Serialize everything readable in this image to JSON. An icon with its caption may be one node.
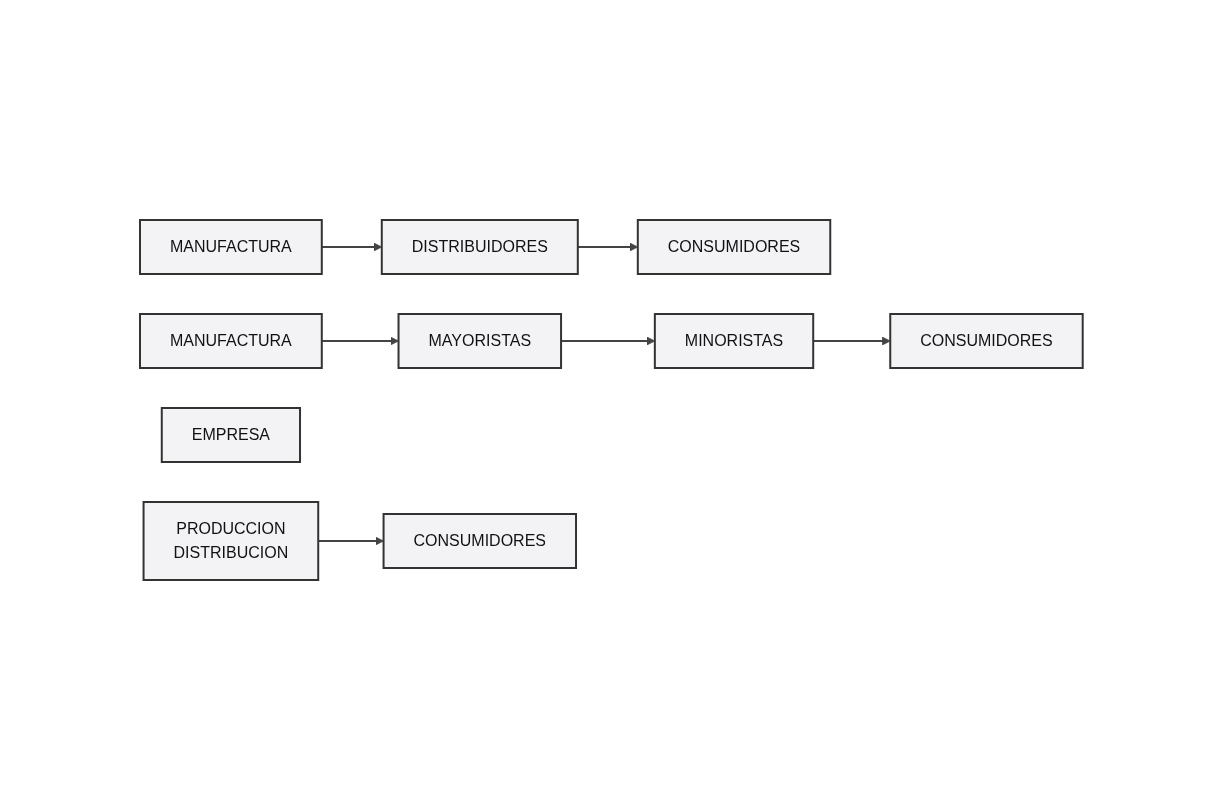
{
  "diagram": {
    "nodes": [
      {
        "text": [
          "MANUFACTURA"
        ]
      },
      {
        "text": [
          "DISTRIBUIDORES"
        ]
      },
      {
        "text": [
          "CONSUMIDORES"
        ]
      },
      {
        "text": [
          "MANUFACTURA"
        ]
      },
      {
        "text": [
          "MAYORISTAS"
        ]
      },
      {
        "text": [
          "MINORISTAS"
        ]
      },
      {
        "text": [
          "CONSUMIDORES"
        ]
      },
      {
        "text": [
          "EMPRESA"
        ]
      },
      {
        "text": [
          "PRODUCCION",
          "DISTRIBUCION"
        ]
      },
      {
        "text": [
          "CONSUMIDORES"
        ]
      }
    ],
    "edges": [
      {
        "from": 0,
        "to": 1,
        "arrow": "to"
      },
      {
        "from": 1,
        "to": 2,
        "arrow": "to"
      },
      {
        "from": 3,
        "to": 4,
        "arrow": "to"
      },
      {
        "from": 4,
        "to": 5,
        "arrow": "to"
      },
      {
        "from": 5,
        "to": 6,
        "arrow": "to"
      },
      {
        "from": 8,
        "to": 9,
        "arrow": "to"
      }
    ]
  }
}
